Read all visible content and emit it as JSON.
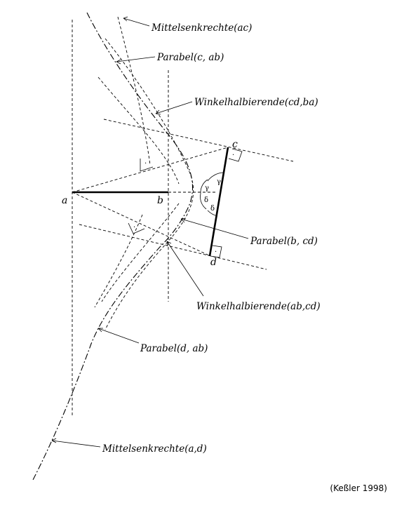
{
  "labels": {
    "mittelsenkrechte_ac": "Mittelsenkrechte(ac)",
    "parabel_c_ab": "Parabel(c, ab)",
    "winkelhalbierende_cd_ba": "Winkelhalbierende(cd,ba)",
    "parabel_b_cd": "Parabel(b, cd)",
    "winkelhalbierende_ab_cd": "Winkelhalbierende(ab,cd)",
    "parabel_d_ab": "Parabel(d, ab)",
    "mittelsenkrechte_a_d": "Mittelsenkrechte(a,d)"
  },
  "points": {
    "a": "a",
    "b": "b",
    "c": "c",
    "d": "d"
  },
  "angles": {
    "gamma": "γ",
    "delta": "δ"
  },
  "right_angle_marker": "·",
  "credit": "(Keßler 1998)"
}
